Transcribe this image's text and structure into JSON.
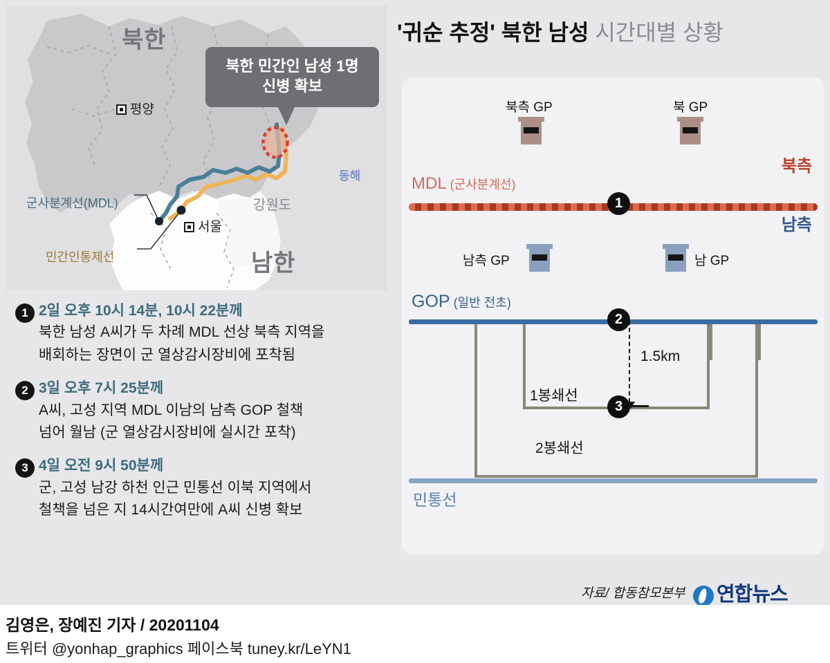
{
  "map": {
    "north_label": "북한",
    "south_label": "남한",
    "province_label": "강원도",
    "sea_label": "동해",
    "cities": [
      {
        "name": "평양"
      },
      {
        "name": "서울"
      }
    ],
    "legend": {
      "mdl": "군사분계선(MDL)",
      "mcl": "민간인통제선"
    },
    "callout_line1": "북한 민간인 남성 1명",
    "callout_line2": "신병 확보",
    "colors": {
      "mdl_line": "#4a7f96",
      "mcl_line": "#f0b357",
      "callout_bg": "#6e6f72",
      "marker_ring": "#e03b2f"
    }
  },
  "timeline": [
    {
      "num": "1",
      "head": "2일 오후 10시 14분, 10시 22분께",
      "body_line1": "북한 남성 A씨가 두 차례 MDL 선상 북측 지역을",
      "body_line2": "배회하는 장면이 군 열상감시장비에 포착됨"
    },
    {
      "num": "2",
      "head": "3일 오후 7시 25분께",
      "body_line1": "A씨, 고성 지역 MDL 이남의 남측 GOP 철책",
      "body_line2": "넘어 월남 (군 열상감시장비에 실시간 포착)"
    },
    {
      "num": "3",
      "head": "4일 오전 9시 50분께",
      "body_line1": "군, 고성 남강 하천 인근 민통선 이북 지역에서",
      "body_line2": "철책을 넘은 지 14시간여만에 A씨 신병 확보"
    }
  ],
  "right": {
    "title_bold": "'귀순 추정' 북한 남성",
    "title_light": " 시간대별 상황",
    "gp_north_1": "북측 GP",
    "gp_north_2": "북 GP",
    "gp_south_1": "남측 GP",
    "gp_south_2": "남 GP",
    "mdl_label_main": "MDL",
    "mdl_label_sub": " (군사분계선)",
    "side_north": "북측",
    "side_south": "남측",
    "gop_label_main": "GOP",
    "gop_label_sub": " (일반 전초)",
    "blockade_1": "1봉쇄선",
    "blockade_2": "2봉쇄선",
    "mtl_label": "민통선",
    "distance": "1.5km",
    "marker_1": "1",
    "marker_2": "2",
    "marker_3": "3",
    "colors": {
      "mdl_red": "#d4695a",
      "mdl_dark": "#a33a26",
      "gop_blue": "#3c6ba5",
      "mtl_blue": "#8aa4c6",
      "gp_north": "#ab8e86",
      "gp_south": "#8ba0bf",
      "fence": "#8a8779"
    }
  },
  "source": {
    "text": "자료/ 합동참모본부",
    "logo_text": "연합뉴스"
  },
  "footer": {
    "line1": "김영은, 장예진 기자 / 20201104",
    "line2": "트위터 @yonhap_graphics  페이스북 tuney.kr/LeYN1"
  }
}
